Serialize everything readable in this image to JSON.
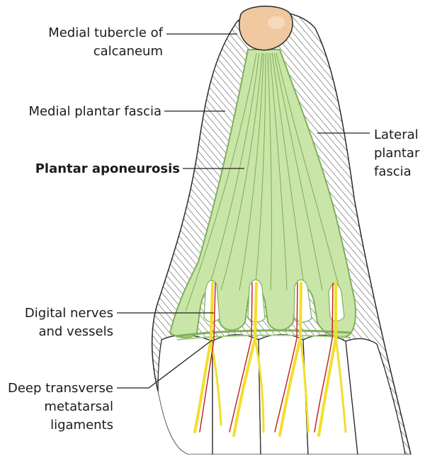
{
  "labels": {
    "medial_tubercle": [
      "Medial tubercle of",
      "calcaneum"
    ],
    "medial_plantar_fascia": "Medial plantar fascia",
    "plantar_aponeurosis": "Plantar aponeurosis",
    "lateral_plantar_fascia": [
      "Lateral",
      "plantar",
      "fascia"
    ],
    "digital_nerves": [
      "Digital nerves",
      "and vessels"
    ],
    "deep_transverse": [
      "Deep transverse",
      "metatarsal",
      "ligaments"
    ]
  },
  "colors": {
    "aponeurosis_fill": "#c9e6a8",
    "aponeurosis_stroke": "#7fb05a",
    "bone": "#f0c9a0",
    "nerve": "#f2df2a",
    "vessel": "#c0282a",
    "outline": "#2a2a2a"
  }
}
